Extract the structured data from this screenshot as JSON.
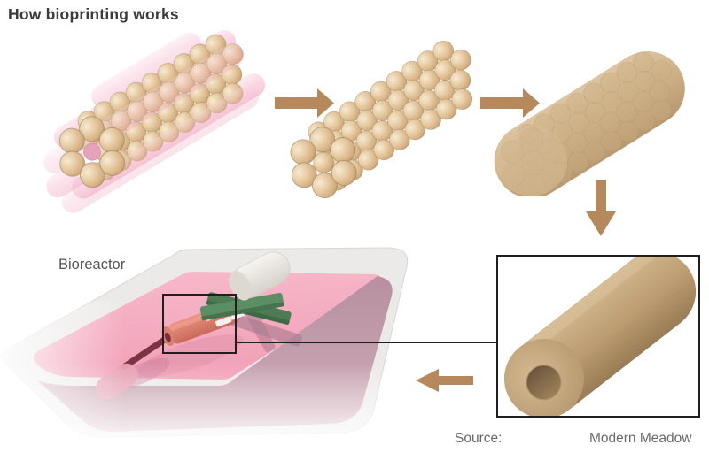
{
  "title": "How bioprinting works",
  "diagram": {
    "bioreactor_label": "Bioreactor",
    "source_label": "Source:",
    "source_value": "Modern Meadow",
    "stages": [
      {
        "name": "bioink-spheres-printed-with-hydrogel-rods"
      },
      {
        "name": "hydrogel-removed-sphere-tube"
      },
      {
        "name": "spheres-fusing-into-tissue"
      },
      {
        "name": "finished-tissue-tube"
      },
      {
        "name": "bioreactor-maturation"
      }
    ]
  },
  "icons": {
    "arrow_right": "arrow-right-icon",
    "arrow_down": "arrow-down-icon",
    "arrow_left": "arrow-left-icon"
  },
  "colors": {
    "title_text": "#3b3b3b",
    "label_text": "#565656",
    "caption_text": "#6a6a6a",
    "arrow": "#b5895b",
    "outline": "#1f1f1f",
    "sphere_tan": "#e2c69e",
    "bioink_pink": "#f5bcd0",
    "liquid_pink": "#f3a4ba",
    "wall_mauve": "#ba92a0",
    "tray_gray": "#eceae9",
    "clamp_green": "#55875e",
    "tube_salmon": "#dd8070",
    "rod_red": "#7c3343",
    "tissue_tan": "#bd9d72"
  }
}
